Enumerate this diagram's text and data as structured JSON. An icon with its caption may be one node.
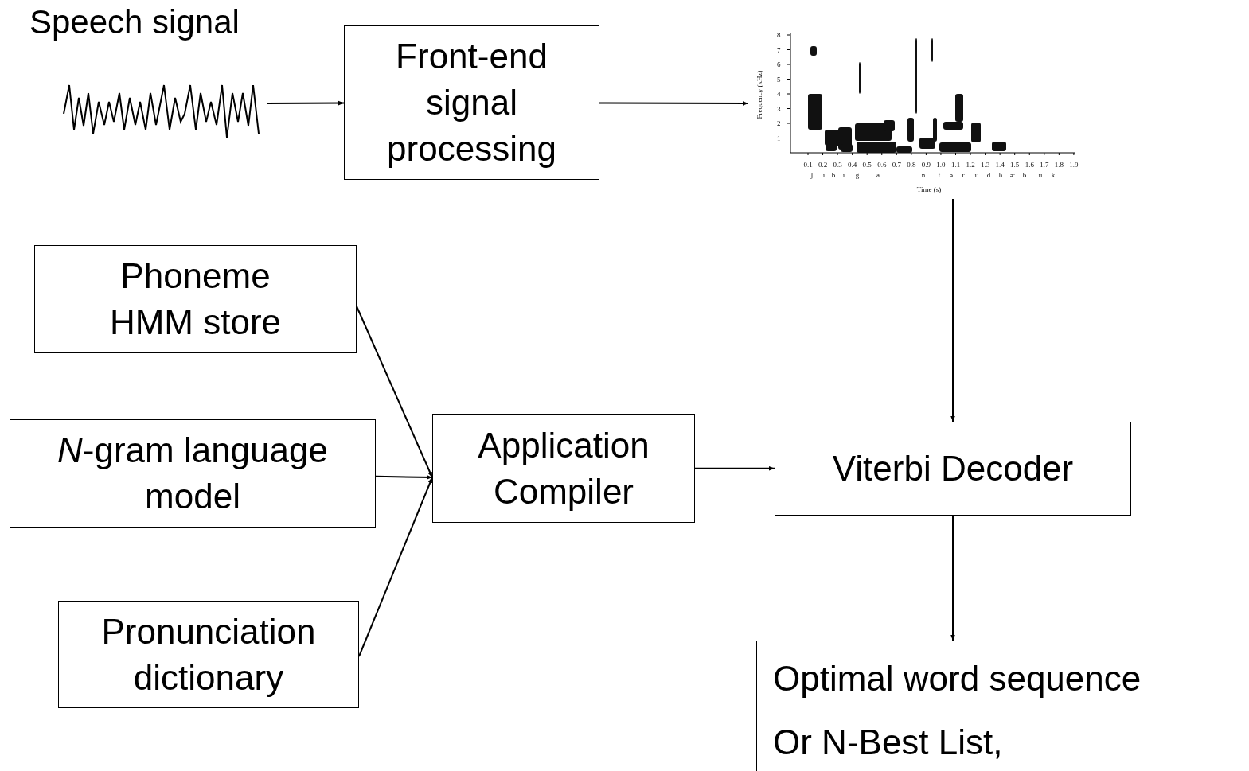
{
  "diagram": {
    "nodes": [
      {
        "text": [
          "Speech signal"
        ]
      },
      {
        "text": [
          "Front-end signal processing"
        ]
      },
      {
        "text": [],
        "shape": "picture"
      },
      {
        "text": [
          "Phoneme HMM store"
        ]
      },
      {
        "text": [
          "*N*-gram language model"
        ]
      },
      {
        "text": [
          "Pronunciation dictionary"
        ]
      },
      {
        "text": [
          "Application Compiler"
        ]
      },
      {
        "text": [
          "Viterbi Decoder"
        ]
      },
      {
        "text": [
          "Optimal word sequence",
          "Or N-Best List,"
        ]
      }
    ],
    "edges": [
      {
        "from": 0,
        "to": 1,
        "arrow": "to"
      },
      {
        "from": 1,
        "to": 2,
        "arrow": "to"
      },
      {
        "from": 2,
        "to": 7,
        "arrow": "to"
      },
      {
        "from": 3,
        "to": 6,
        "arrow": "to"
      },
      {
        "from": 4,
        "to": 6,
        "arrow": "to"
      },
      {
        "from": 5,
        "to": 6,
        "arrow": "to"
      },
      {
        "from": 6,
        "to": 7,
        "arrow": "to"
      },
      {
        "from": 7,
        "to": 8,
        "arrow": "to"
      }
    ],
    "labels": [
      "Frequency (kHz)",
      "8",
      "7",
      "6",
      "5",
      "4",
      "3",
      "2",
      "1",
      "0.1",
      "0.2",
      "0.3",
      "0.4",
      "0.5",
      "0.6",
      "0.7",
      "0.8",
      "0.9",
      "1.0",
      "1.1",
      "1.2",
      "1.3",
      "1.4",
      "1.5",
      "1.6",
      "1.7",
      "1.8",
      "1.9",
      "ʃ",
      "i",
      "b",
      "i",
      "g",
      "a",
      "n",
      "t",
      "ə",
      "r",
      "i:",
      "d",
      "h",
      "ə:",
      "b",
      "u",
      "k",
      "Time (s)"
    ]
  }
}
